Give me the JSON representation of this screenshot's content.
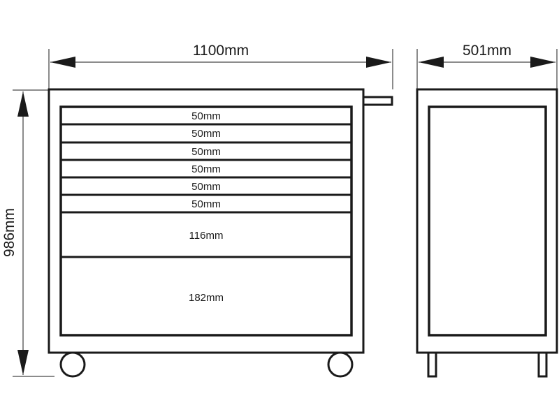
{
  "dimensions": {
    "width": "1100mm",
    "depth": "501mm",
    "height": "986mm"
  },
  "drawers": [
    {
      "label": "50mm"
    },
    {
      "label": "50mm"
    },
    {
      "label": "50mm"
    },
    {
      "label": "50mm"
    },
    {
      "label": "50mm"
    },
    {
      "label": "50mm"
    },
    {
      "label": "116mm"
    },
    {
      "label": "182mm"
    }
  ]
}
